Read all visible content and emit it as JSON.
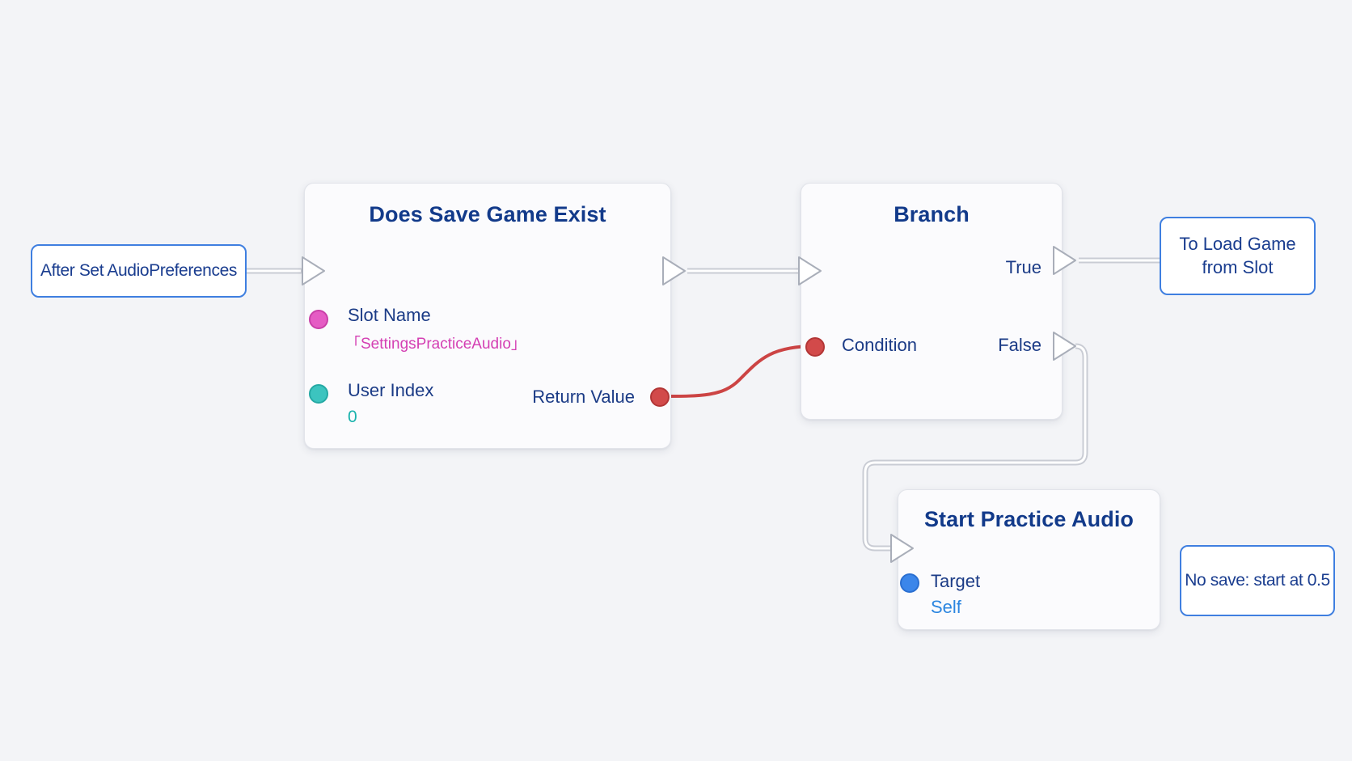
{
  "nodes": {
    "save_exists": {
      "title": "Does Save Game Exist",
      "slot_name_label": "Slot Name",
      "slot_name_value": "「SettingsPracticeAudio」",
      "user_index_label": "User Index",
      "user_index_value": "0",
      "return_value_label": "Return Value"
    },
    "branch": {
      "title": "Branch",
      "condition_label": "Condition",
      "true_label": "True",
      "false_label": "False"
    },
    "start_audio": {
      "title": "Start Practice Audio",
      "target_label": "Target",
      "target_value": "Self"
    }
  },
  "tags": {
    "after_set": "After Set AudioPreferences",
    "to_load_line1": "To Load Game",
    "to_load_line2": "from Slot",
    "no_save": "No save: start at 0.5"
  },
  "colors": {
    "slot_name_pin": "#e55cc4",
    "slot_name_value": "#d43fb3",
    "user_index_pin": "#3cc4bf",
    "user_index_value": "#1bb3ad",
    "target_pin": "#3b86ea",
    "target_value": "#2c86e0",
    "bool_wire": "#cc4444",
    "title": "#123a8a",
    "tag_border": "#3f7fe0"
  }
}
